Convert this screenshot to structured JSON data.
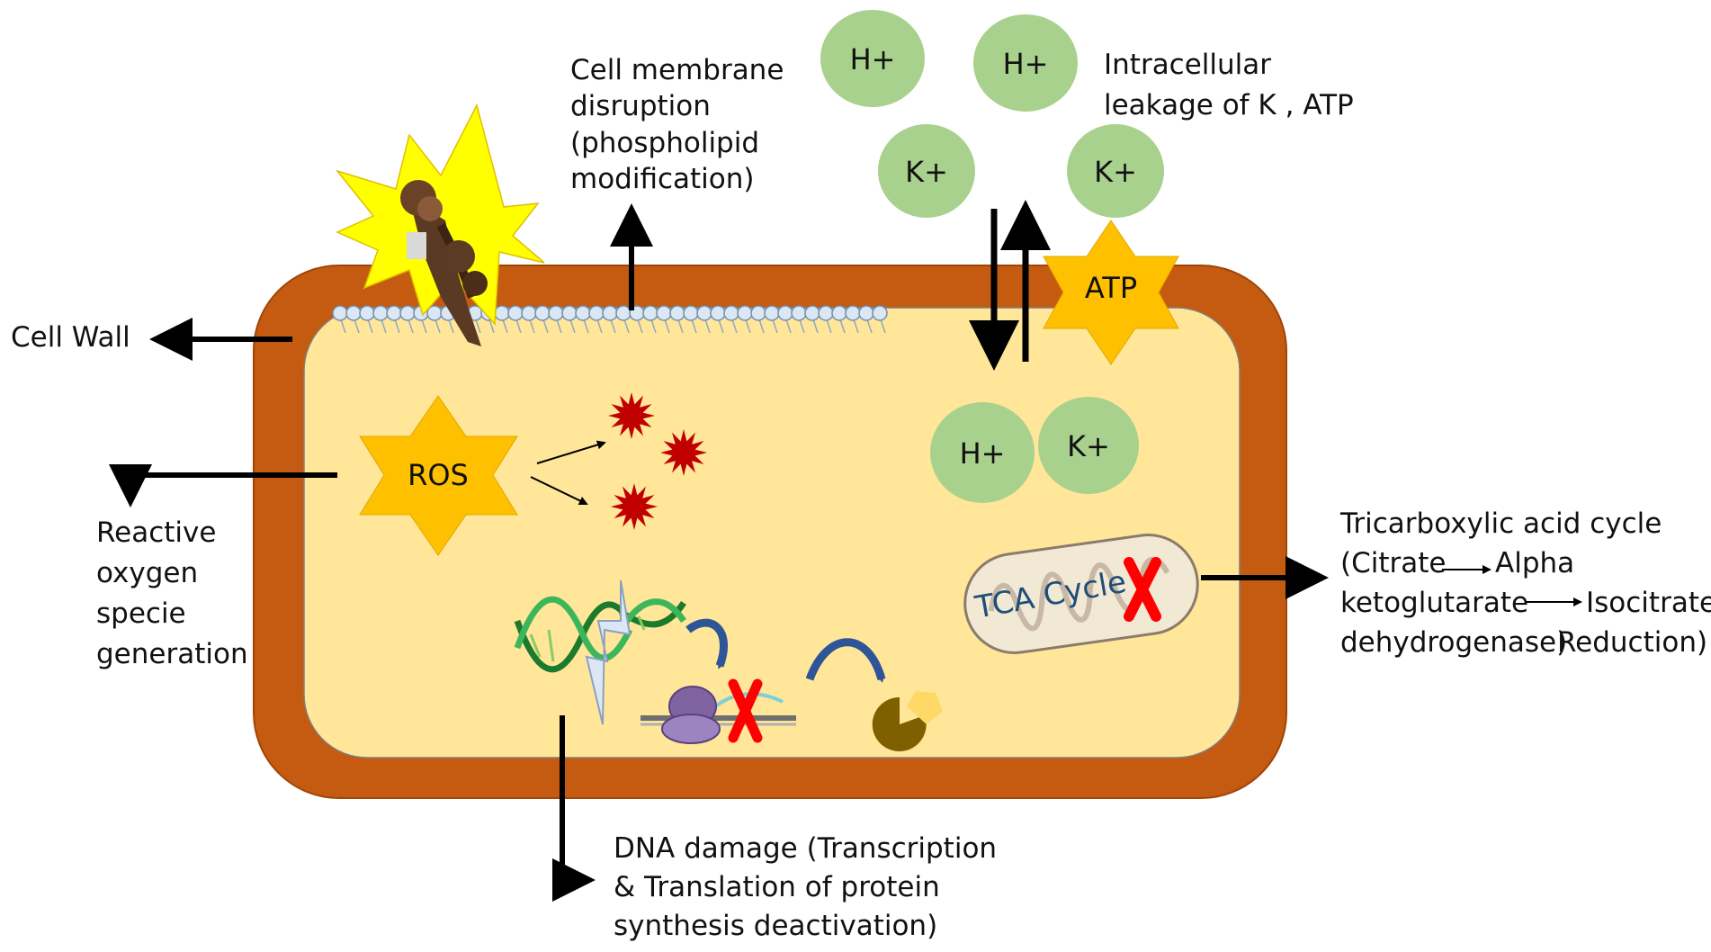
{
  "labels": {
    "cell_wall": "Cell Wall",
    "membrane": [
      "Cell membrane",
      "disruption",
      "(phospholipid",
      "modification)"
    ],
    "leakage": [
      "Intracellular",
      "leakage of K , ATP"
    ],
    "ros_text": [
      "Reactive",
      "oxygen",
      "specie",
      "generation"
    ],
    "dna": [
      "DNA damage (Transcription",
      "& Translation of protein",
      "synthesis deactivation)"
    ],
    "tca": {
      "line1": "Tricarboxylic acid cycle",
      "line2a": "(Citrate",
      "line2b": "Alpha",
      "line3a": "ketoglutarate",
      "line3b": "Isocitrate",
      "line4a": "dehydrogenase)",
      "line4b": "Reduction)"
    }
  },
  "ions": {
    "outside": [
      "H+",
      "H+",
      "K+",
      "K+"
    ],
    "inside": [
      "H+",
      "K+"
    ],
    "atp": "ATP",
    "ros": "ROS",
    "tca_cycle": "TCA Cycle"
  },
  "colors": {
    "cell_wall": "#c55a11",
    "cytoplasm": "#ffe699",
    "ion_green": "#a9d18e",
    "star_yellow": "#ffff00",
    "star_orange": "#ffc000",
    "ros_burst": "#c00000",
    "cross_red": "#ff0000",
    "tca_text": "#1f4e79"
  }
}
